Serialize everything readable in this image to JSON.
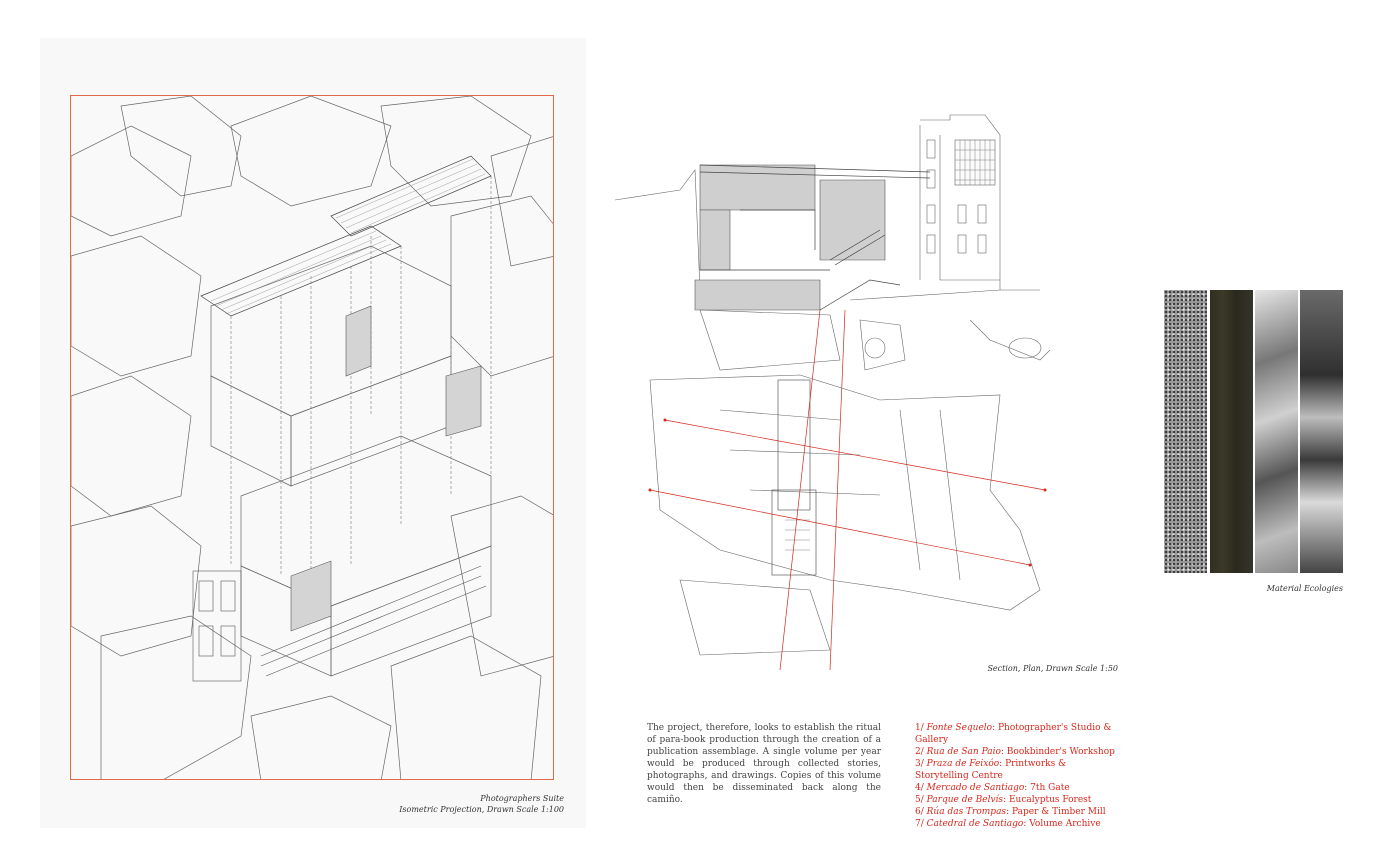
{
  "captions": {
    "left_line1": "Photographers Suite",
    "left_line2": "Isometric Projection, Drawn Scale 1:100",
    "middle": "Section, Plan, Drawn Scale 1:50",
    "right": "Material Ecologies"
  },
  "description": "The project, therefore, looks to establish the ritual of para-book production through the creation of a publication assemblage. A single volume per year would be produced through collected stories, photographs, and drawings. Copies of this volume would then be disseminated back along the camiño.",
  "stations": [
    {
      "num": "1/",
      "place": "Fonte Sequelo",
      "use": "Photographer's Studio & Gallery"
    },
    {
      "num": "2/",
      "place": "Rua de San Paio",
      "use": "Bookbinder's Workshop"
    },
    {
      "num": "3/",
      "place": "Praza de Feixóo",
      "use": "Printworks & Storytelling Centre"
    },
    {
      "num": "4/",
      "place": "Mercado de Santiago",
      "use": "7th Gate"
    },
    {
      "num": "5/",
      "place": "Parque de Belvís",
      "use": "Eucalyptus Forest"
    },
    {
      "num": "6/",
      "place": "Rúa das Trompas",
      "use": "Paper & Timber Mill"
    },
    {
      "num": "7/",
      "place": "Catedral de Santiago",
      "use": "Volume Archive"
    }
  ],
  "colors": {
    "frame": "#e06a4a",
    "accent_red": "#d6281c",
    "line": "#555555"
  },
  "materials": [
    "granite",
    "dark-timber",
    "grey-stone",
    "photograph"
  ]
}
